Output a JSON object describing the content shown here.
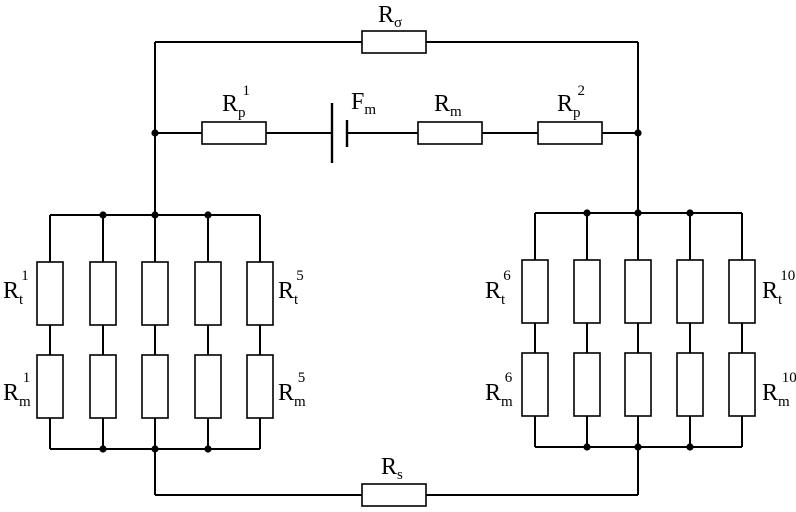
{
  "labels": {
    "r_sigma": {
      "main": "R",
      "sub": "σ"
    },
    "r_s": {
      "main": "R",
      "sub": "s"
    },
    "r_p1": {
      "main": "R",
      "sub": "p",
      "sup": "1"
    },
    "f_m": {
      "main": "F",
      "sub": "m"
    },
    "r_m": {
      "main": "R",
      "sub": "m"
    },
    "r_p2": {
      "main": "R",
      "sub": "p",
      "sup": "2"
    },
    "rt1": {
      "main": "R",
      "sub": "t",
      "sup": "1"
    },
    "rm1": {
      "main": "R",
      "sub": "m",
      "sup": "1"
    },
    "rt5": {
      "main": "R",
      "sub": "t",
      "sup": "5"
    },
    "rm5": {
      "main": "R",
      "sub": "m",
      "sup": "5"
    },
    "rt6": {
      "main": "R",
      "sub": "t",
      "sup": "6"
    },
    "rm6": {
      "main": "R",
      "sub": "m",
      "sup": "6"
    },
    "rt10": {
      "main": "R",
      "sub": "t",
      "sup": "10"
    },
    "rm10": {
      "main": "R",
      "sub": "m",
      "sup": "10"
    }
  },
  "colors": {
    "line": "#000000",
    "background": "#ffffff"
  }
}
